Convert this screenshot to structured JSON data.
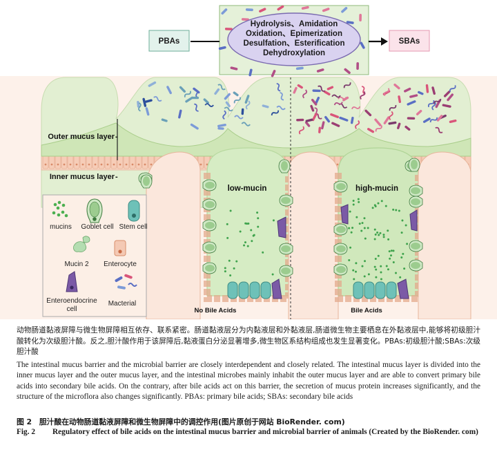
{
  "top_panel": {
    "left_label": "PBAs",
    "right_label": "SBAs",
    "reactions": [
      "Hydrolysis、Amidation",
      "Oxidation、Epimerization",
      "Desulfation、Esterification",
      "Dehydroxylation"
    ]
  },
  "layers": {
    "outer": "Outer mucus layer",
    "inner": "Inner mucus layer"
  },
  "conditions": {
    "left_mucin": "low-mucin",
    "right_mucin": "high-mucin",
    "left_state": "No Bile Acids",
    "right_state": "Bile Acids"
  },
  "legend": {
    "mucins": "mucins",
    "goblet": "Goblet cell",
    "stem": "Stem cell",
    "mucin2": "Mucin 2",
    "enterocyte": "Enterocyte",
    "enteroendocrine_1": "Enteroendocrine",
    "enteroendocrine_2": "cell",
    "material": "Macterial"
  },
  "caption": {
    "cn_body": "动物肠道黏液屏障与微生物屏障相互依存、联系紧密。肠道黏液层分为内黏液层和外黏液层,肠道微生物主要栖息在外黏液层中,能够将初级胆汁酸转化为次级胆汁酸。反之,胆汁酸作用于该屏障后,黏液蛋白分泌显著增多,微生物区系结构组成也发生显著变化。PBAs:初级胆汁酸;SBAs:次级胆汁酸",
    "en_body": "The intestinal mucus barrier and the microbial barrier are closely interdependent and closely related. The intestinal mucus layer is divided into the inner mucus layer and the outer mucus layer, and the intestinal microbes mainly inhabit the outer mucus layer and are able to convert primary bile acids into secondary bile acids. On the contrary, after bile acids act on this barrier, the secretion of mucus protein increases significantly, and the structure of the microflora also changes significantly. PBAs: primary bile acids; SBAs: secondary bile acids",
    "fig_cn": "图 2　胆汁酸在动物肠道黏液屏障和微生物屏障中的调控作用(图片原创于网站 BioRender. com)",
    "fig_en_num": "Fig. 2",
    "fig_en_text": "Regulatory effect of bile acids on the intestinal mucus barrier and microbial barrier of animals (Created by the BioRender. com)"
  }
}
